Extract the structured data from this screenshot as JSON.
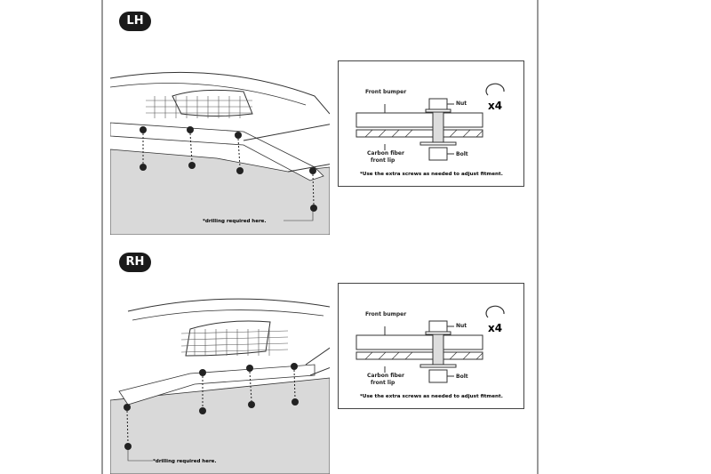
{
  "sections": [
    {
      "badge": "LH",
      "drill_note": "*drilling required here.",
      "detail": {
        "front_bumper": "Front bumper",
        "nut": "Nut",
        "bolt": "Bolt",
        "lip_line1": "Carbon fiber",
        "lip_line2": "front lip",
        "quantity": "x4",
        "note": "*Use the extra screws as needed to adjust fitment."
      }
    },
    {
      "badge": "RH",
      "drill_note": "*drilling required here.",
      "detail": {
        "front_bumper": "Front bumper",
        "nut": "Nut",
        "bolt": "Bolt",
        "lip_line1": "Carbon fiber",
        "lip_line2": "front lip",
        "quantity": "x4",
        "note": "*Use the extra screws as needed to adjust fitment."
      }
    }
  ]
}
